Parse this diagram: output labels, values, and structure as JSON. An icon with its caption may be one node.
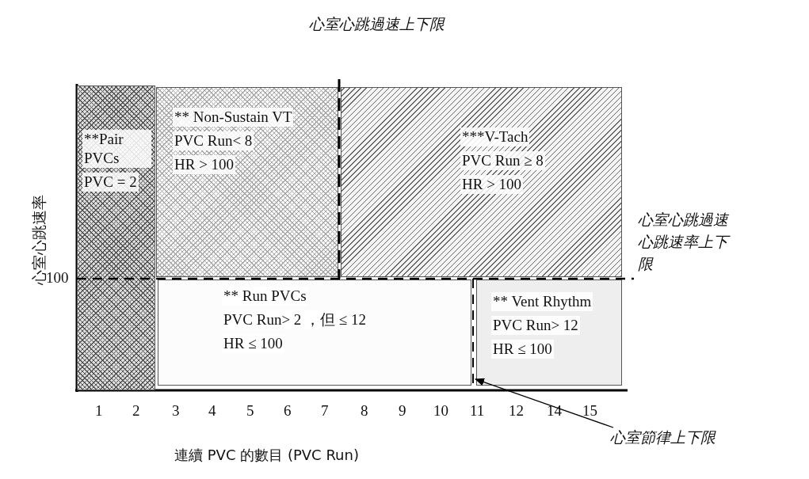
{
  "diagram": {
    "nodes": [
      {
        "text": [
          "**Pair PVCs",
          "PVC = 2"
        ]
      },
      {
        "text": [
          "** Non-Sustain VT",
          "PVC Run< 8",
          "HR > 100"
        ]
      },
      {
        "text": [
          "***V-Tach",
          "PVC Run ≥ 8",
          "HR > 100"
        ]
      },
      {
        "text": [
          "** Run PVCs",
          "PVC Run> 2 ，但 ≤ 12",
          "HR ≤ 100"
        ]
      },
      {
        "text": [
          "** Vent Rhythm",
          "PVC Run> 12",
          "HR ≤ 100"
        ]
      },
      {
        "text": [],
        "shape": "line"
      },
      {
        "text": [
          "心室節律上下限"
        ]
      }
    ],
    "edges": [
      {
        "from": 6,
        "to": 5,
        "arrow": "to"
      }
    ],
    "labels": [
      "心室心跳過速上下限",
      "心室心跳過速心跳速率上下限",
      "心室心跳速率",
      "100",
      "1",
      "2",
      "3",
      "4",
      "5",
      "6",
      "7",
      "8",
      "9",
      "10",
      "11",
      "12",
      "14",
      "15",
      "連續 PVC 的數目 (PVC Run)"
    ]
  }
}
